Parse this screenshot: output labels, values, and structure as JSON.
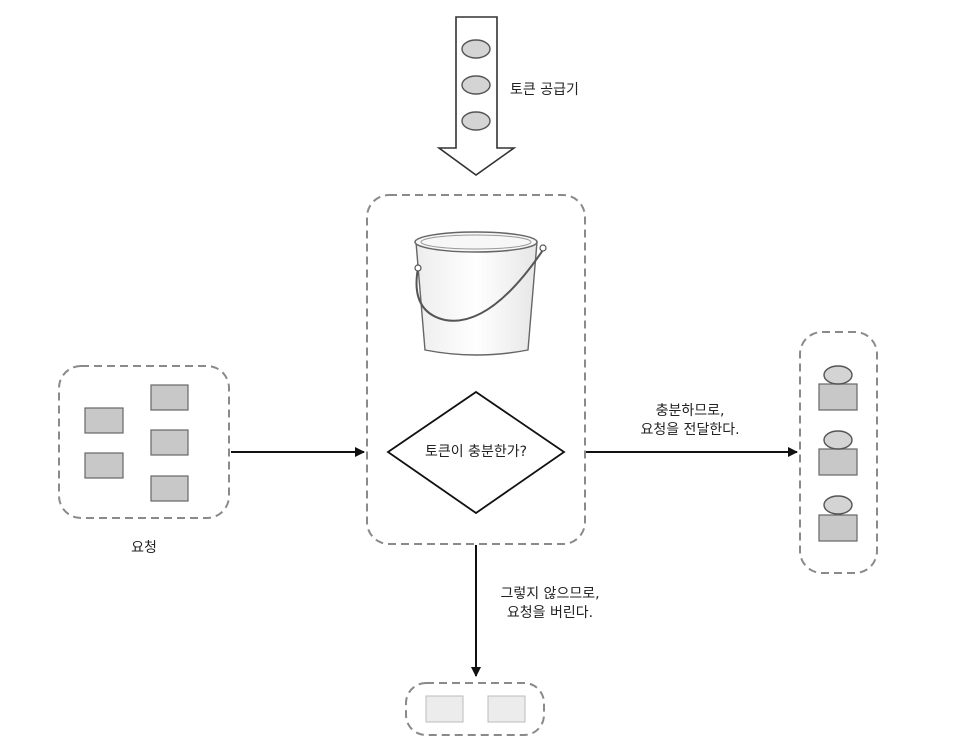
{
  "labels": {
    "token_supplier": "토큰 공급기",
    "decision": "토큰이 충분한가?",
    "requests": "요청",
    "forward_line1": "충분하므로,",
    "forward_line2": "요청을 전달한다.",
    "drop_line1": "그렇지 않으므로,",
    "drop_line2": "요청을 버린다."
  },
  "colors": {
    "dashed_border": "#8a8a8a",
    "request_box": "#c8c8c8",
    "dropped_box": "#ececec",
    "token_fill": "#d4d4d4",
    "arrow": "#111111"
  },
  "icons": [
    "token-icon",
    "bucket-icon"
  ]
}
